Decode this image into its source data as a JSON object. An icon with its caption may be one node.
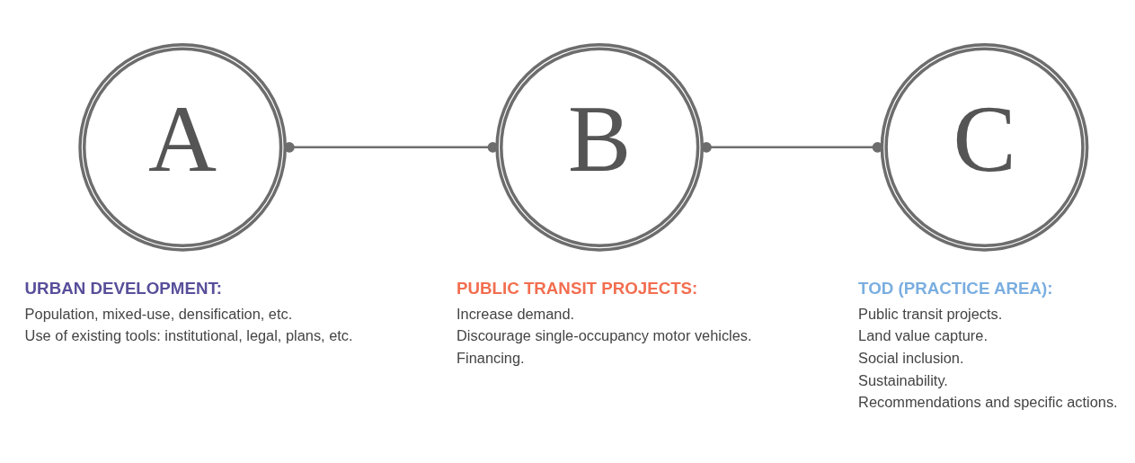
{
  "diagram": {
    "nodes": [
      {
        "text": [
          "A"
        ],
        "beside": [
          "URBAN DEVELOPMENT:",
          "Population, mixed-use, densification, etc.",
          "Use of existing tools: institutional, legal, plans, etc."
        ]
      },
      {
        "text": [
          "B"
        ],
        "beside": [
          "PUBLIC TRANSIT PROJECTS:",
          "Increase demand.",
          "Discourage single-occupancy motor vehicles.",
          "Financing."
        ]
      },
      {
        "text": [
          "C"
        ],
        "beside": [
          "TOD (PRACTICE AREA):",
          "Public transit projects.",
          "Land value capture.",
          "Social inclusion.",
          "Sustainability.",
          "Recommendations and specific actions."
        ]
      }
    ],
    "edges": [
      {
        "from": 0,
        "to": 1,
        "arrow": "other"
      },
      {
        "from": 1,
        "to": 2,
        "arrow": "other"
      }
    ]
  }
}
